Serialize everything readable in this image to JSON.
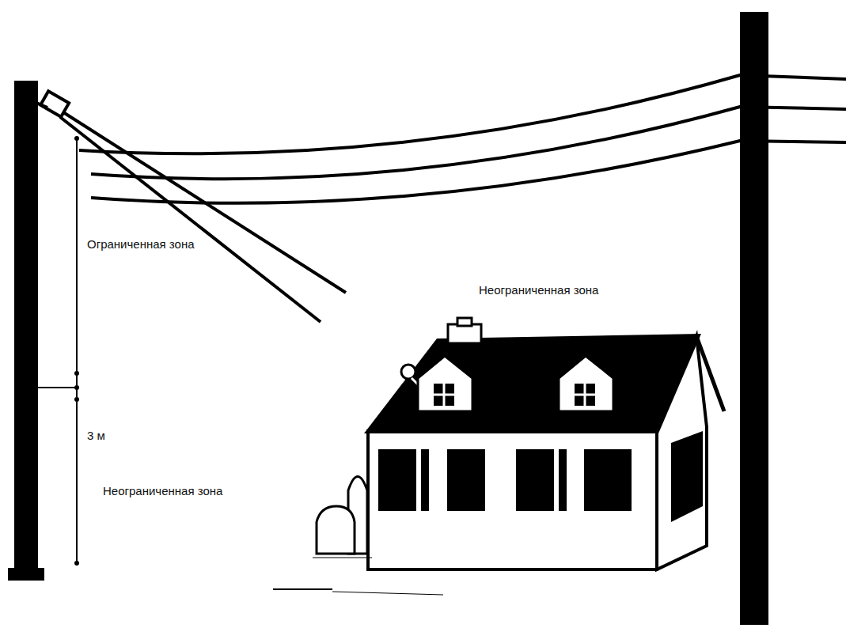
{
  "diagram": {
    "labels": [
      "Ограниченная зона",
      "Неограниченная зона",
      "3 м",
      "Неограниченная зона"
    ]
  }
}
